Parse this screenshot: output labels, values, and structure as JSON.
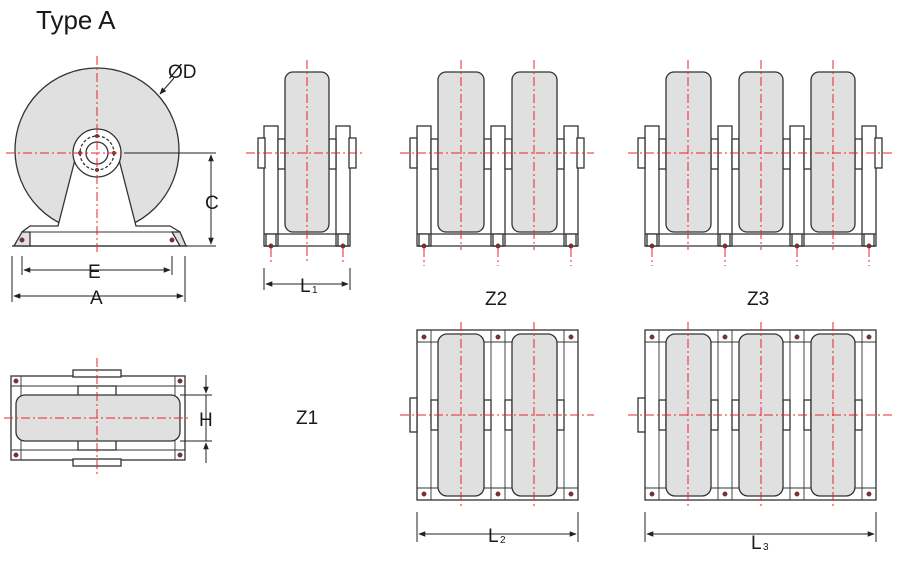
{
  "title": "Type A",
  "labels": {
    "diameter": "ØD",
    "c": "C",
    "e": "E",
    "a": "A",
    "h": "H",
    "l1_main": "L",
    "l1_sub": "1",
    "l2_main": "L",
    "l2_sub": "2",
    "l3_main": "L",
    "l3_sub": "3",
    "z1": "Z1",
    "z2": "Z2",
    "z3": "Z3"
  },
  "colors": {
    "wheel_fill": "#e0e0e0",
    "centerline": "#e8242b",
    "line": "#333333",
    "bolt": "#8a2b2b"
  }
}
